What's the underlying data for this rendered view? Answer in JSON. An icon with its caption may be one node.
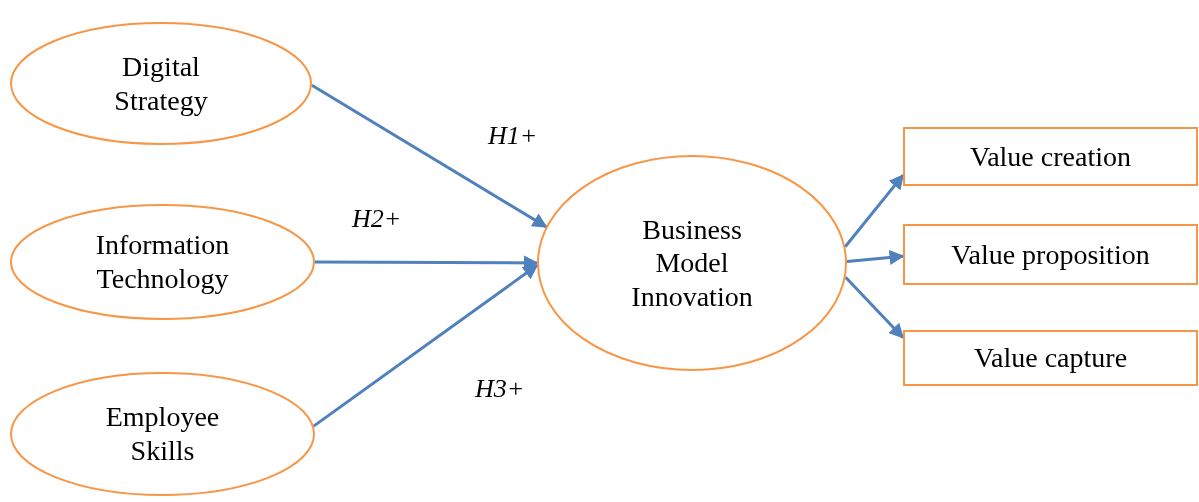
{
  "diagram": {
    "nodes": [
      {
        "text": [
          "Digital Strategy"
        ]
      },
      {
        "text": [
          "Information Technology"
        ]
      },
      {
        "text": [
          "Employee Skills"
        ]
      },
      {
        "text": [
          "Business Model Innovation"
        ]
      },
      {
        "text": [
          "Value creation"
        ]
      },
      {
        "text": [
          "Value proposition"
        ]
      },
      {
        "text": [
          "Value capture"
        ]
      }
    ],
    "edges": [
      {
        "from": 0,
        "to": 3,
        "arrow": "to",
        "label": "H1+"
      },
      {
        "from": 1,
        "to": 3,
        "arrow": "to",
        "label": "H2+"
      },
      {
        "from": 2,
        "to": 3,
        "arrow": "to",
        "label": "H3+"
      },
      {
        "from": 3,
        "to": 4,
        "arrow": "to"
      },
      {
        "from": 3,
        "to": 5,
        "arrow": "to"
      },
      {
        "from": 3,
        "to": 6,
        "arrow": "to"
      }
    ]
  }
}
